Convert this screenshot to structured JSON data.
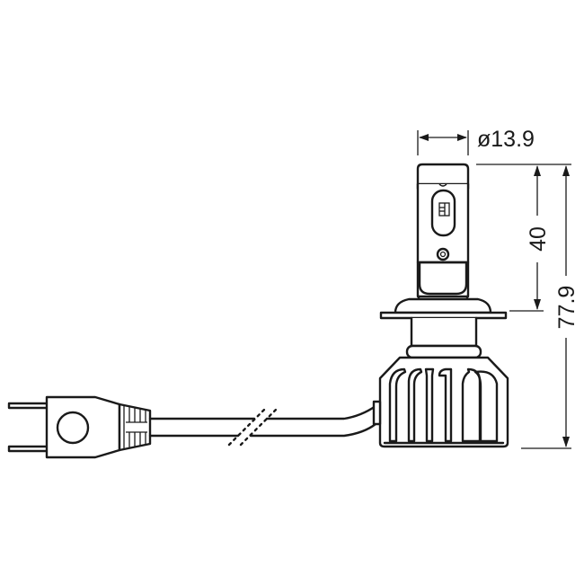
{
  "drawing": {
    "subject": "H7 LED headlight bulb technical drawing",
    "line_color": "#1a1a1a",
    "background": "#ffffff"
  },
  "dimensions": {
    "diameter_label": "ø13.9",
    "head_height_label": "40",
    "total_height_label": "77.9"
  }
}
